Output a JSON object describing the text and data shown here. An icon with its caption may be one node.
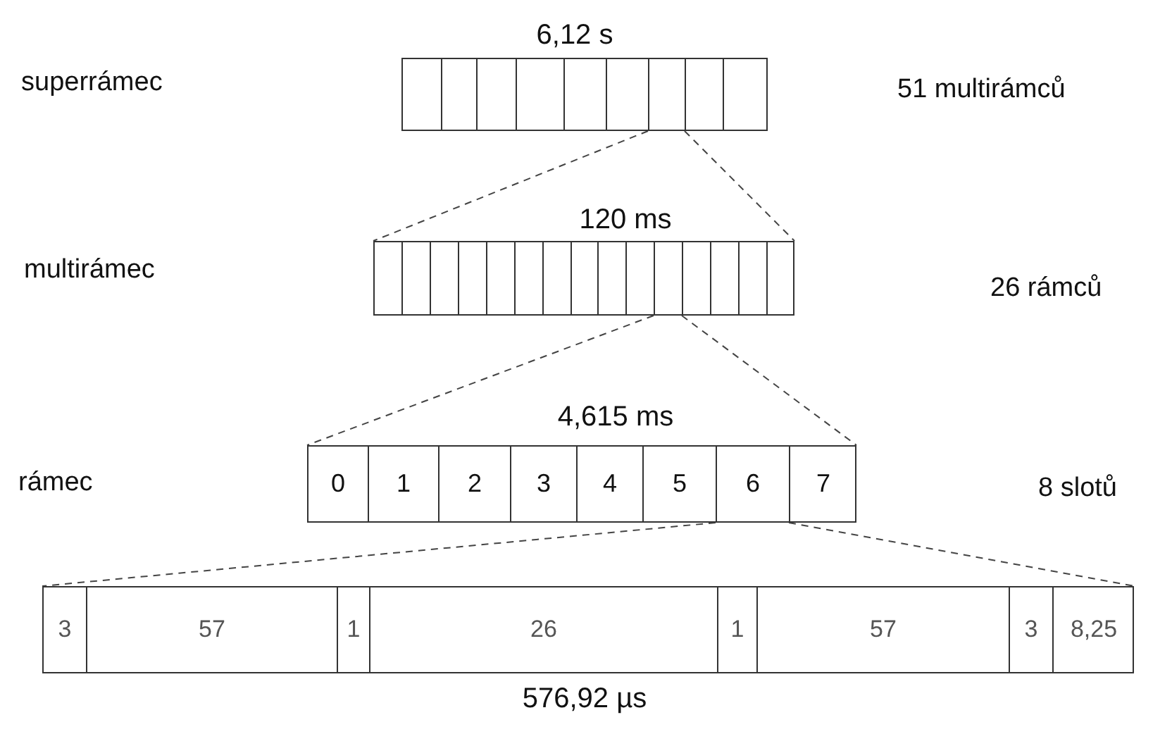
{
  "diagram": {
    "nodes": [
      {
        "text": [],
        "shape": "bar",
        "beside": [
          "6,12 s"
        ]
      },
      {
        "text": [],
        "shape": "box",
        "in": 0
      },
      {
        "text": [],
        "shape": "box",
        "in": 0
      },
      {
        "text": [],
        "shape": "box",
        "in": 0
      },
      {
        "text": [],
        "shape": "box",
        "in": 0
      },
      {
        "text": [],
        "shape": "box",
        "in": 0
      },
      {
        "text": [],
        "shape": "box",
        "in": 0
      },
      {
        "text": [],
        "shape": "box",
        "in": 0
      },
      {
        "text": [],
        "shape": "box",
        "in": 0
      },
      {
        "text": [],
        "shape": "box",
        "in": 0
      },
      {
        "text": [],
        "shape": "bar",
        "beside": [
          "120 ms"
        ]
      },
      {
        "text": [],
        "shape": "box",
        "in": 10
      },
      {
        "text": [],
        "shape": "box",
        "in": 10
      },
      {
        "text": [],
        "shape": "box",
        "in": 10
      },
      {
        "text": [],
        "shape": "box",
        "in": 10
      },
      {
        "text": [],
        "shape": "box",
        "in": 10
      },
      {
        "text": [],
        "shape": "box",
        "in": 10
      },
      {
        "text": [],
        "shape": "box",
        "in": 10
      },
      {
        "text": [],
        "shape": "box",
        "in": 10
      },
      {
        "text": [],
        "shape": "box",
        "in": 10
      },
      {
        "text": [],
        "shape": "box",
        "in": 10
      },
      {
        "text": [],
        "shape": "box",
        "in": 10
      },
      {
        "text": [],
        "shape": "box",
        "in": 10
      },
      {
        "text": [],
        "shape": "box",
        "in": 10
      },
      {
        "text": [],
        "shape": "box",
        "in": 10
      },
      {
        "text": [],
        "shape": "box",
        "in": 10
      },
      {
        "text": [],
        "shape": "bar",
        "beside": [
          "4,615 ms"
        ]
      },
      {
        "text": [
          "0"
        ],
        "in": 26
      },
      {
        "text": [
          "1"
        ],
        "in": 26
      },
      {
        "text": [
          "2"
        ],
        "in": 26
      },
      {
        "text": [
          "3"
        ],
        "in": 26
      },
      {
        "text": [
          "4"
        ],
        "in": 26
      },
      {
        "text": [
          "5"
        ],
        "in": 26
      },
      {
        "text": [
          "6"
        ],
        "in": 26
      },
      {
        "text": [
          "7"
        ],
        "in": 26
      },
      {
        "text": [],
        "shape": "bar",
        "beside": [
          "576,92 µs"
        ]
      },
      {
        "text": [
          "3"
        ],
        "in": 35
      },
      {
        "text": [
          "57"
        ],
        "in": 35
      },
      {
        "text": [
          "1"
        ],
        "in": 35
      },
      {
        "text": [
          "26"
        ],
        "in": 35
      },
      {
        "text": [
          "1"
        ],
        "in": 35
      },
      {
        "text": [
          "57"
        ],
        "in": 35
      },
      {
        "text": [
          "3"
        ],
        "in": 35
      },
      {
        "text": [
          "8,25"
        ],
        "in": 35
      }
    ],
    "edges": [
      {
        "from": 7,
        "to": 10,
        "arrow": "none",
        "style": "dashed"
      },
      {
        "from": 7,
        "to": 10,
        "arrow": "none",
        "style": "dashed"
      },
      {
        "from": 21,
        "to": 26,
        "arrow": "none",
        "style": "dashed"
      },
      {
        "from": 21,
        "to": 26,
        "arrow": "none",
        "style": "dashed"
      },
      {
        "from": 33,
        "to": 35,
        "arrow": "none",
        "style": "dashed"
      },
      {
        "from": 33,
        "to": 35,
        "arrow": "none",
        "style": "dashed"
      }
    ],
    "labels": [
      "superrámec",
      "51 multirámců",
      "multirámec",
      "26 rámců",
      "rámec",
      "8 slotů"
    ]
  }
}
